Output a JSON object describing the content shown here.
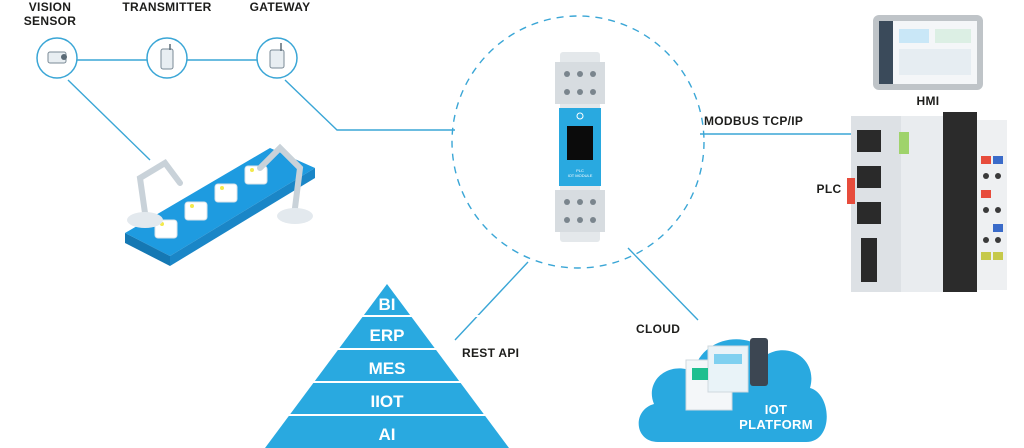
{
  "labels": {
    "vision_sensor": "VISION\nSENSOR",
    "transmitter": "TRANSMITTER",
    "gateway": "GATEWAY",
    "hmi": "HMI",
    "modbus": "MODBUS TCP/IP",
    "plc": "PLC",
    "rest_api": "REST API",
    "cloud": "CLOUD",
    "iot_platform": "IOT\nPLATFORM"
  },
  "pyramid": [
    "BI",
    "ERP",
    "MES",
    "IIOT",
    "AI"
  ],
  "device": {
    "caption": "PLC\nIOT MODULE"
  },
  "colors": {
    "accent": "#29a9e0",
    "line": "#3aa6d6",
    "dark": "#1d1d1b",
    "red": "#e74c3c"
  }
}
